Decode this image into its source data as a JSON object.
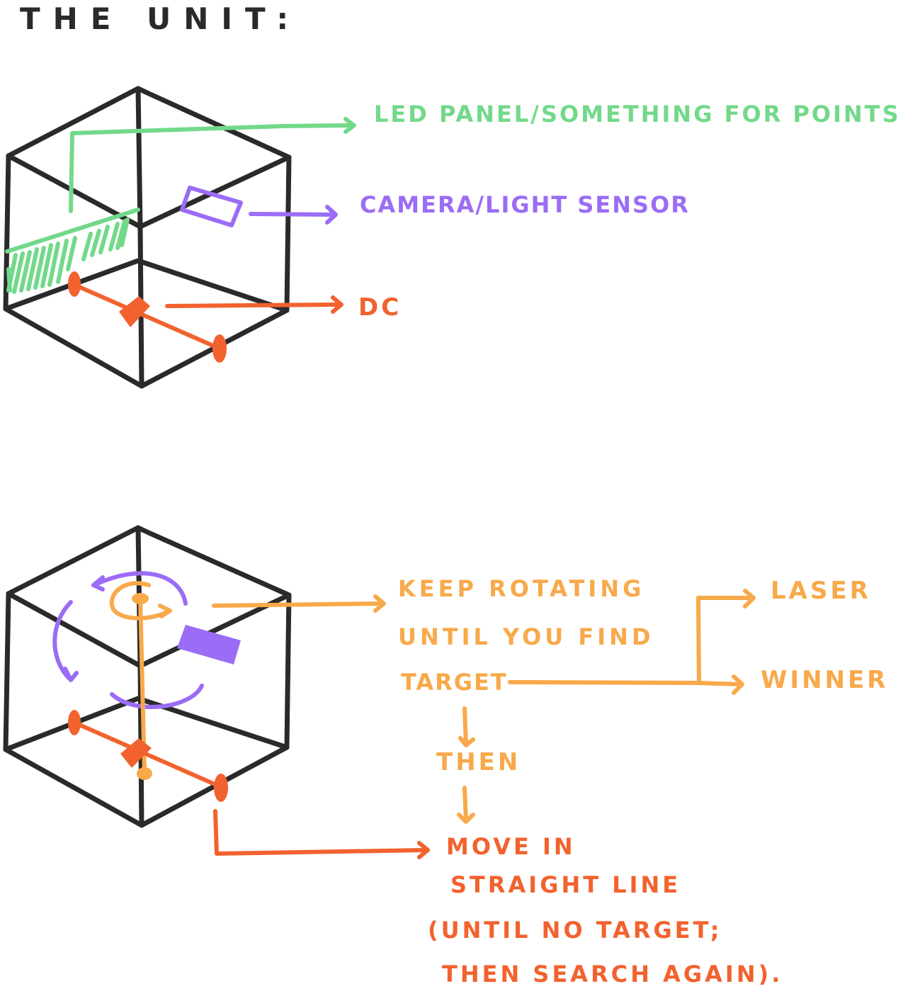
{
  "title": "THE UNIT:",
  "colors": {
    "ink": "#2a2a2a",
    "led": "#72d98a",
    "sensor": "#9b6cf5",
    "motor": "#f2622e",
    "logic": "#f8a94a"
  },
  "diagram1": {
    "labels": {
      "led": "LED PANEL/SOMETHING FOR POINTS",
      "camera": "CAMERA/LIGHT SENSOR",
      "dc": "DC"
    }
  },
  "diagram2": {
    "labels": {
      "keep_rotating": [
        "KEEP ROTATING",
        "UNTIL YOU FIND",
        "TARGET"
      ],
      "laser": "LASER",
      "winner": "WINNER",
      "then": "THEN",
      "move": [
        "MOVE IN",
        "STRAIGHT LINE",
        "(UNTIL NO TARGET;",
        "THEN SEARCH AGAIN)."
      ]
    }
  }
}
